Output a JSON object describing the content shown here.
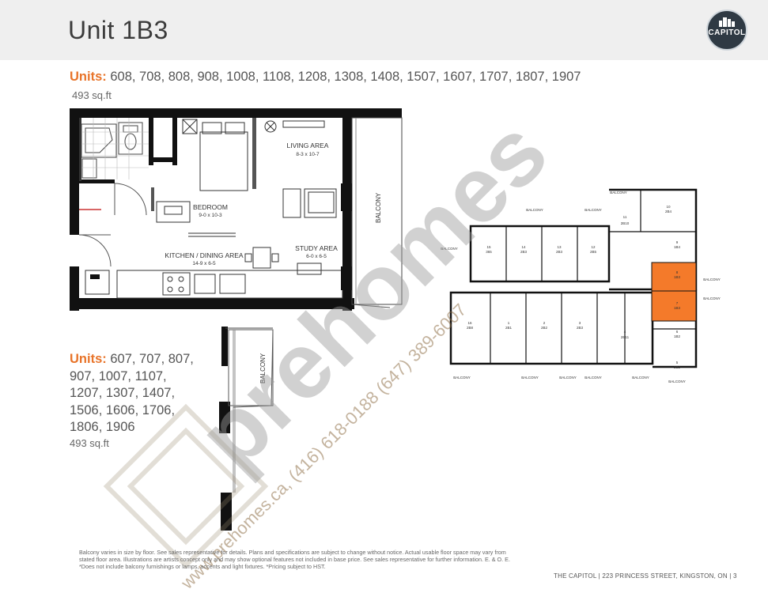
{
  "header": {
    "title": "Unit 1B3",
    "logo_text": "CAPITOL"
  },
  "primary": {
    "label": "Units:",
    "units": "608, 708, 808, 908, 1008, 1108, 1208, 1308, 1408, 1507, 1607, 1707, 1807, 1907",
    "sqft": "493 sq.ft"
  },
  "secondary": {
    "label": "Units:",
    "units_lines": [
      "607, 707, 807,",
      "907, 1007, 1107,",
      "1207, 1307, 1407,",
      "1506, 1606, 1706,",
      "1806, 1906"
    ],
    "sqft": "493 sq.ft"
  },
  "floorplan": {
    "living": {
      "name": "LIVING AREA",
      "dims": "8-3 x 10-7"
    },
    "bedroom": {
      "name": "BEDROOM",
      "dims": "9-0 x 10-3"
    },
    "kitchen": {
      "name": "KITCHEN / DINING AREA",
      "dims": "14-9 x 6-5"
    },
    "study": {
      "name": "STUDY AREA",
      "dims": "6-0 x 6-5"
    },
    "balcony": "BALCONY"
  },
  "balcony_plan": {
    "label": "BALCONY"
  },
  "keyplate": {
    "balcony": "BALCONY",
    "top_units": [
      {
        "num": "15",
        "sub": "365"
      },
      {
        "num": "14",
        "sub": "2B3"
      },
      {
        "num": "13",
        "sub": "2B3"
      },
      {
        "num": "12",
        "sub": "2B5"
      },
      {
        "num": "11",
        "sub": "2B10"
      },
      {
        "num": "10",
        "sub": "2B4"
      },
      {
        "num": "9",
        "sub": "1B4"
      },
      {
        "num": "8",
        "sub": "1B3"
      }
    ],
    "bottom_units": [
      {
        "num": "16",
        "sub": "2B8"
      },
      {
        "num": "1",
        "sub": "2B1"
      },
      {
        "num": "2",
        "sub": "2B2"
      },
      {
        "num": "3",
        "sub": "2B3"
      },
      {
        "num": "4",
        "sub": "2B11"
      },
      {
        "num": "5",
        "sub": "2B2"
      },
      {
        "num": "6",
        "sub": "1B2"
      },
      {
        "num": "7",
        "sub": "1B3"
      }
    ],
    "highlight_color": "#f47a2a"
  },
  "disclaimer": "Balcony varies in size by floor. See sales representative for details. Plans and specifications are subject to change without notice. Actual usable floor space may vary from stated floor area. Illustrations are artists concept only and may show optional features not included in base price. See sales representative for further information. E. & O. E. *Does not include balcony furnishings or lamps, accents and light fixtures. *Pricing subject to HST.",
  "footer": "THE CAPITOL | 223 PRINCESS STREET, KINGSTON, ON  |  3",
  "watermark": {
    "brand": "prehomes",
    "contact": "www.prehomes.ca, (416) 618-0188 (647) 389-6007"
  },
  "colors": {
    "accent": "#e8742a",
    "wall": "#111111",
    "header_bg": "#efefef"
  }
}
